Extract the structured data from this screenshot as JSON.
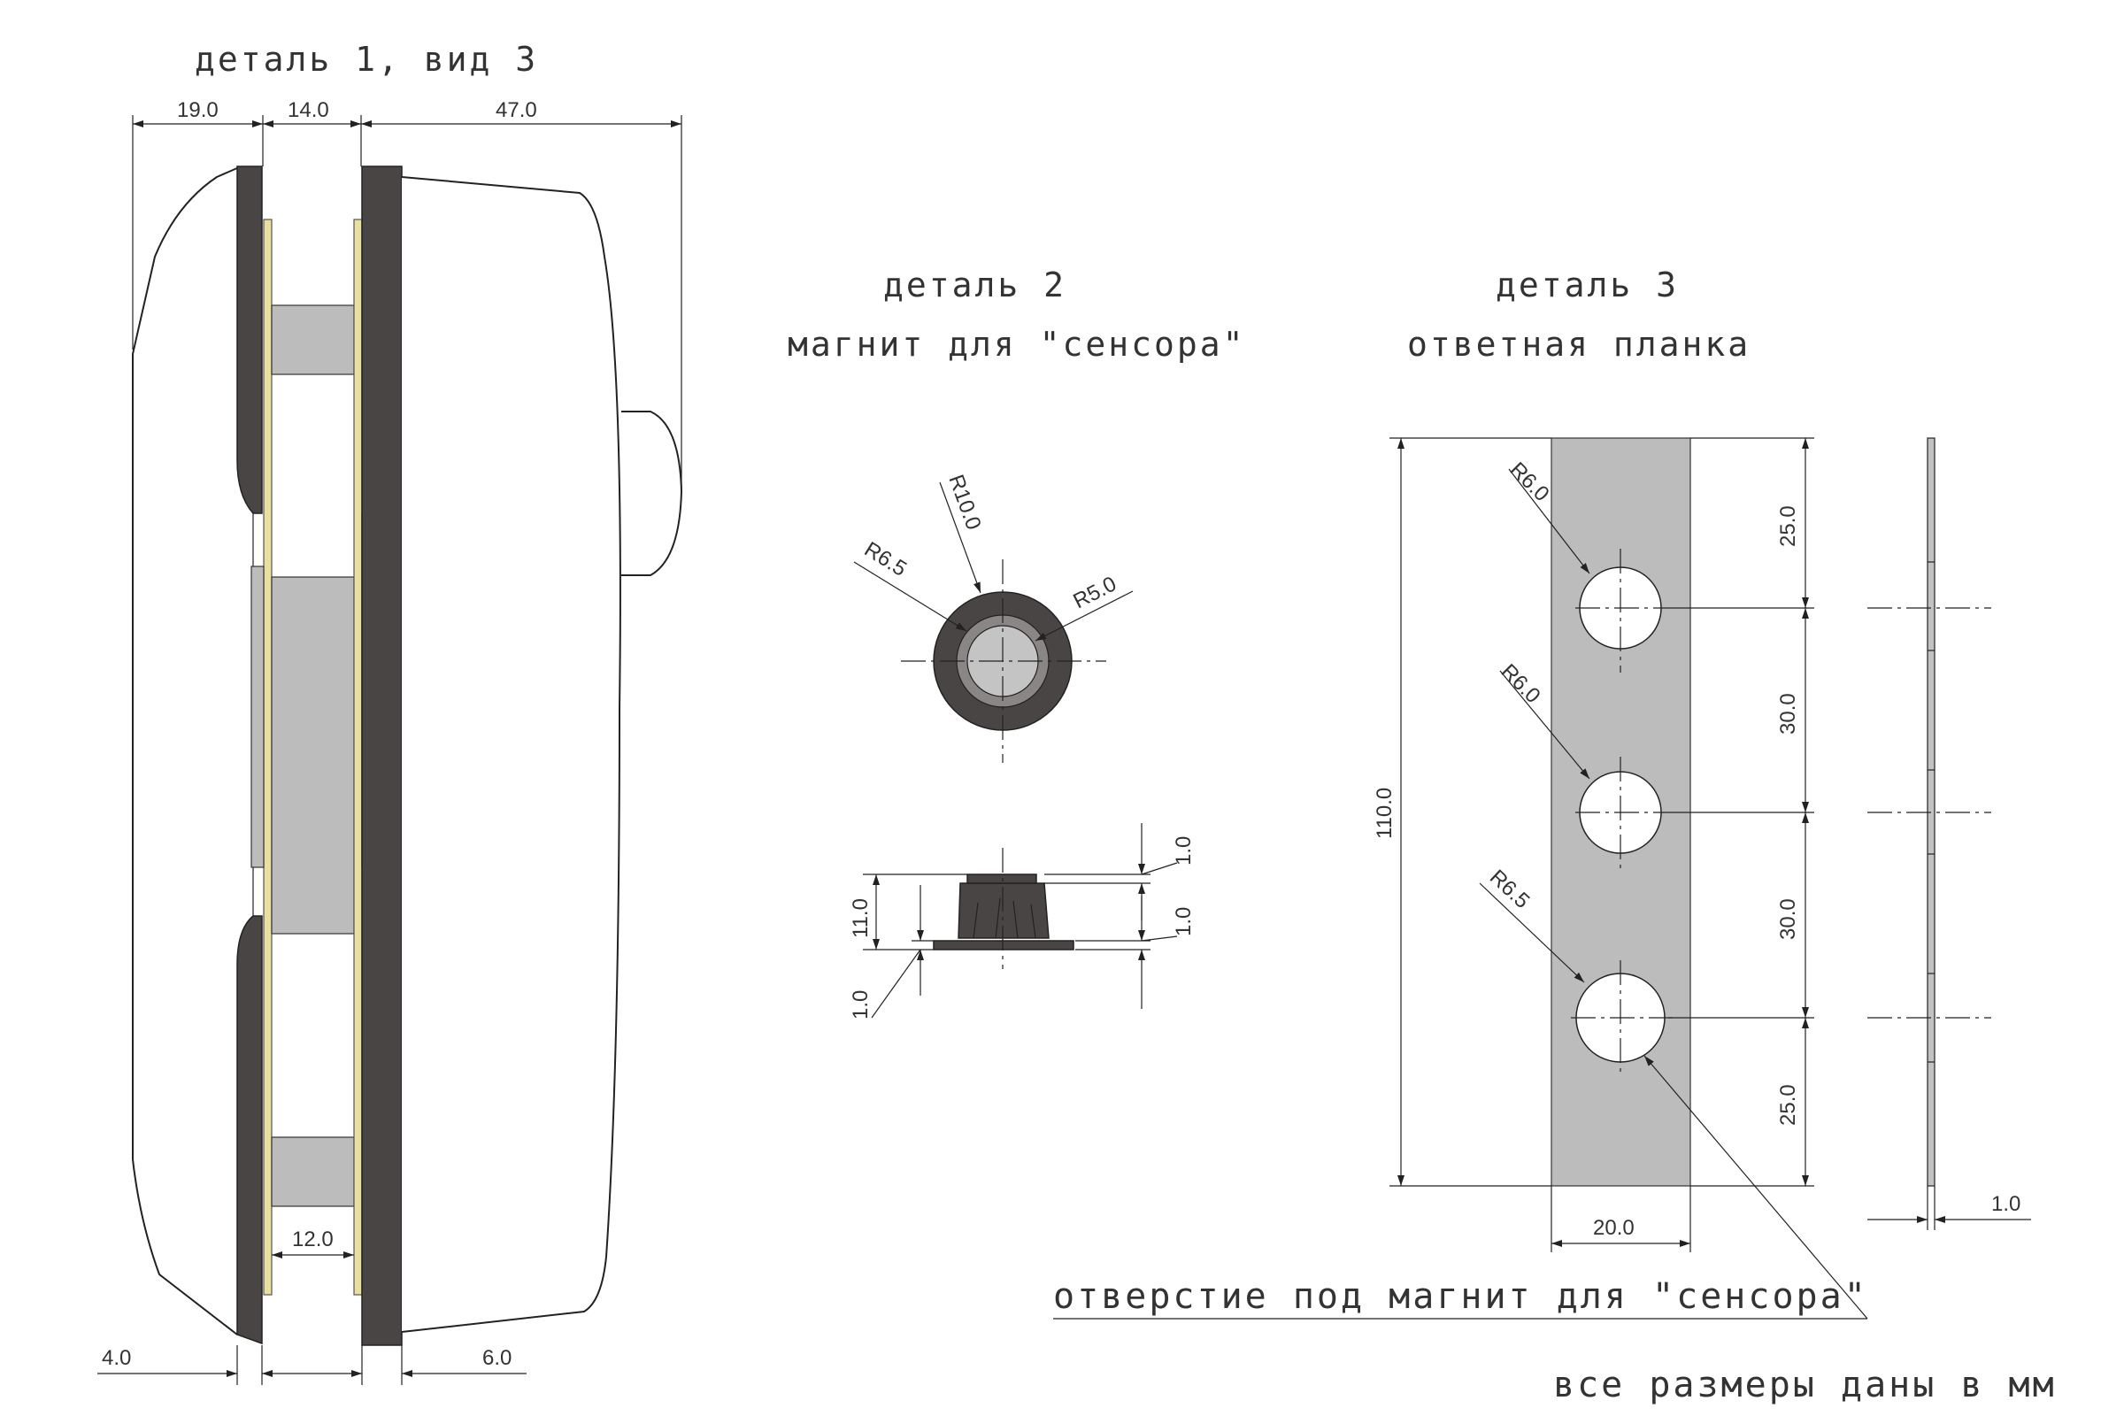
{
  "titles": {
    "part1": "деталь 1, вид 3",
    "part2_line1": "деталь 2",
    "part2_line2": "магнит для \"сенсора\"",
    "part3_line1": "деталь 3",
    "part3_line2": "ответная планка"
  },
  "dims": {
    "d1_top_a": "19.0",
    "d1_top_b": "14.0",
    "d1_top_c": "47.0",
    "d1_mid": "12.0",
    "d1_bot_a": "4.0",
    "d1_bot_b": "6.0",
    "d2_r10": "R10.0",
    "d2_r65": "R6.5",
    "d2_r5": "R5.0",
    "d2_h11": "11.0",
    "d2_t1": "1.0",
    "d2_t2": "1.0",
    "d2_b1": "1.0",
    "d3_r6_a": "R6.0",
    "d3_r6_b": "R6.0",
    "d3_r65": "R6.5",
    "d3_len": "110.0",
    "d3_s1": "25.0",
    "d3_s2": "30.0",
    "d3_s3": "30.0",
    "d3_s4": "25.0",
    "d3_w": "20.0",
    "d3_t": "1.0"
  },
  "notes": {
    "hole": "отверстие под магнит для \"сенсора\"",
    "units": "все размеры даны в мм"
  },
  "colors": {
    "dark_part": "#4a4545",
    "grey_part": "#bcbcbc",
    "yellow_strip": "#e8dfa0"
  }
}
